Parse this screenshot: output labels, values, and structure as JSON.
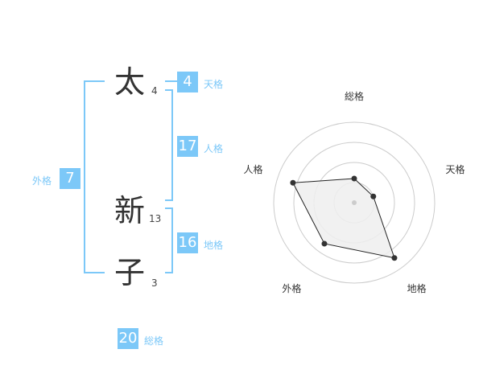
{
  "name_kanji": [
    {
      "char": "太",
      "strokes": "4"
    },
    {
      "char": "新",
      "strokes": "13"
    },
    {
      "char": "子",
      "strokes": "3"
    }
  ],
  "kaku": {
    "tenkaku": {
      "value": "4",
      "label": "天格"
    },
    "jinkaku": {
      "value": "17",
      "label": "人格"
    },
    "chikaku": {
      "value": "16",
      "label": "地格"
    },
    "gaikaku": {
      "value": "7",
      "label": "外格"
    },
    "soukaku": {
      "value": "20",
      "label": "総格"
    }
  },
  "colors": {
    "accent": "#7cc8f8",
    "text": "#333333",
    "fill": "#eeeeee"
  },
  "chart_data": {
    "type": "radar",
    "axes": [
      "総格",
      "天格",
      "地格",
      "外格",
      "人格"
    ],
    "values": [
      0.3,
      0.25,
      0.85,
      0.63,
      0.8
    ],
    "rings": 4,
    "range": [
      0,
      1
    ]
  }
}
